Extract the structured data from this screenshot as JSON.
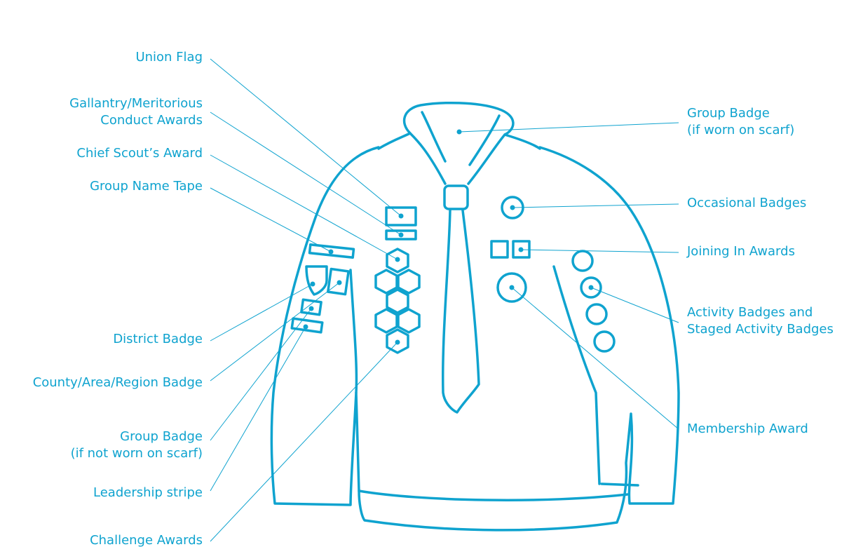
{
  "colors": {
    "accent": "#0fa3cf",
    "background": "#ffffff"
  },
  "labels": {
    "union_flag": "Union Flag",
    "gallantry": "Gallantry/Meritorious\nConduct Awards",
    "chief_scout": "Chief Scout’s Award",
    "group_name_tape": "Group Name Tape",
    "district_badge": "District Badge",
    "county_badge": "County/Area/Region Badge",
    "group_badge_not_scarf": "Group Badge\n(if not worn on scarf)",
    "leadership_stripe": "Leadership stripe",
    "challenge_awards": "Challenge Awards",
    "group_badge_scarf": "Group Badge\n(if worn on scarf)",
    "occasional_badges": "Occasional Badges",
    "joining_in_awards": "Joining In Awards",
    "activity_badges": "Activity Badges and\nStaged Activity Badges",
    "membership_award": "Membership Award"
  }
}
